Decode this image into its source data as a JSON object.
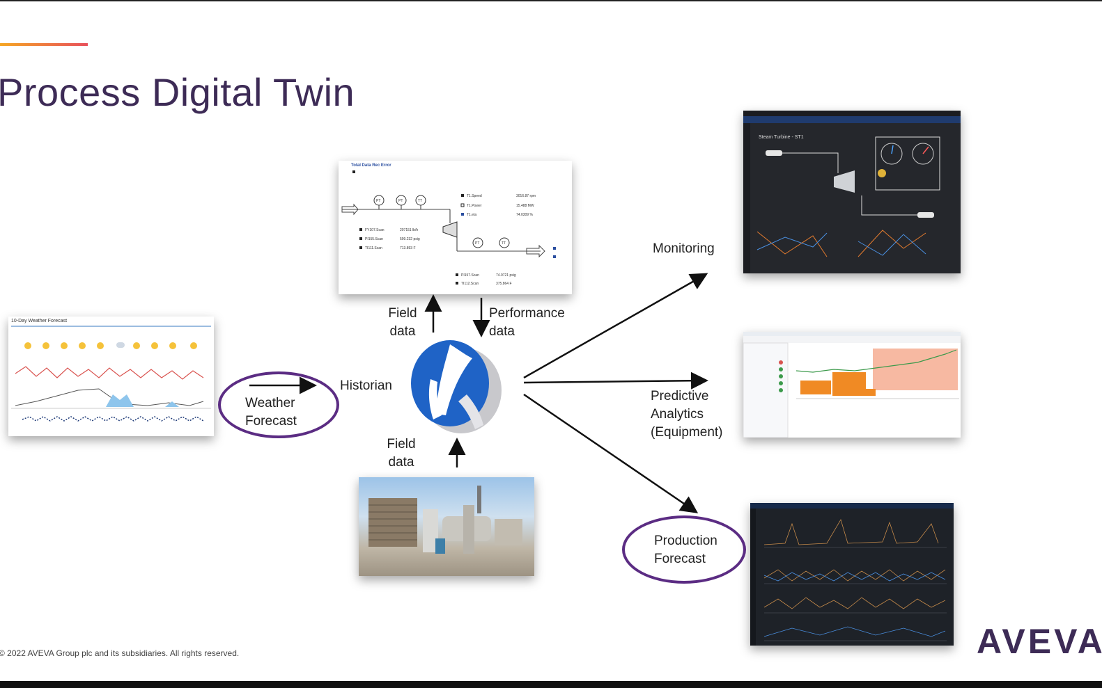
{
  "slide": {
    "title": "Process Digital Twin",
    "footer": "© 2022 AVEVA Group plc and its subsidiaries. All rights reserved.",
    "logo": "AVEVA",
    "accent_colors": [
      "#f5a623",
      "#e8505b"
    ],
    "oval_color": "#5b2c83",
    "title_color": "#3d2b56"
  },
  "labels": {
    "historian": "Historian",
    "field_data_top_1": "Field",
    "field_data_top_2": "data",
    "performance_1": "Performance",
    "performance_2": "data",
    "field_data_bottom_1": "Field",
    "field_data_bottom_2": "data",
    "weather_1": "Weather",
    "weather_2": "Forecast",
    "monitoring": "Monitoring",
    "predictive_1": "Predictive",
    "predictive_2": "Analytics",
    "predictive_3": "(Equipment)",
    "production_1": "Production",
    "production_2": "Forecast"
  },
  "screens": {
    "process_diagram": {
      "title": "Total Data Rec Error",
      "tags": [
        "PT",
        "PT",
        "TT",
        "PT",
        "TT"
      ],
      "rows_left": [
        "FY107.Scan",
        "PI155.Scan",
        "TI111.Scan"
      ],
      "rows_left_values": [
        "207151 lb/h",
        "599.232 psig",
        "713.893 F"
      ],
      "rows_right": [
        "T1.Speed",
        "T1.Power",
        "T1.eta"
      ],
      "rows_right_values": [
        "3016.87 rpm",
        "15.488 MW",
        "74.0309 %"
      ],
      "rows_bottom": [
        "PI157.Scan",
        "TI112.Scan"
      ],
      "rows_bottom_values": [
        "74.0721 psig",
        "375.864 F"
      ]
    },
    "weather": {
      "title": "10-Day Weather Forecast"
    },
    "monitoring": {
      "title": "Steam Turbine - ST1"
    }
  }
}
